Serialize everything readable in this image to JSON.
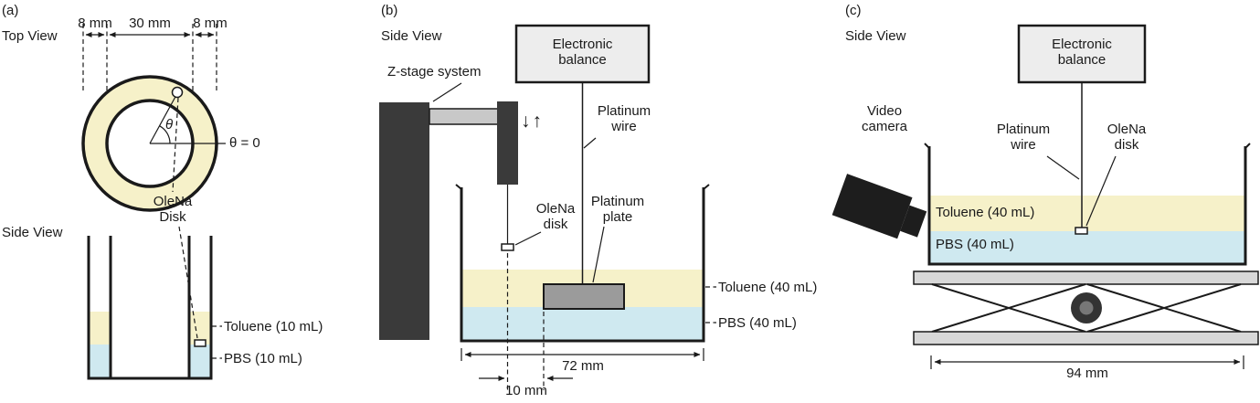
{
  "colors": {
    "toluene": "#f6f1c9",
    "pbs": "#cfe9f0",
    "dark": "#3a3a3a",
    "camera": "#1d1d1d",
    "plate": "#9b9b9b",
    "balance": "#ededed",
    "jack": "#d8d8d8",
    "arm": "#c8c8c8",
    "disk": "#ffffff"
  },
  "panel_a": {
    "label": "(a)",
    "top_view_title": "Top View",
    "side_view_title": "Side View",
    "dim_8mm_left": "8 mm",
    "dim_30mm": "30 mm",
    "dim_8mm_right": "8 mm",
    "theta_label": "θ",
    "theta_zero_label": "θ = 0",
    "disk_label": "OleNa\nDisk",
    "toluene_label": "Toluene (10 mL)",
    "pbs_label": "PBS (10 mL)"
  },
  "panel_b": {
    "label": "(b)",
    "side_view_title": "Side View",
    "z_stage_label": "Z-stage system",
    "balance_label": "Electronic\nbalance",
    "wire_label": "Platinum\nwire",
    "arrows_glyph": "↓↑",
    "disk_label": "OleNa\ndisk",
    "plate_label": "Platinum\nplate",
    "toluene_label": "Toluene (40 mL)",
    "pbs_label": "PBS (40 mL)",
    "dim_width": "72 mm",
    "dim_offset": "10 mm"
  },
  "panel_c": {
    "label": "(c)",
    "side_view_title": "Side View",
    "camera_label": "Video\ncamera",
    "balance_label": "Electronic\nbalance",
    "wire_label": "Platinum\nwire",
    "disk_label": "OleNa\ndisk",
    "toluene_label": "Toluene (40 mL)",
    "pbs_label": "PBS (40 mL)",
    "dim_width": "94 mm"
  }
}
